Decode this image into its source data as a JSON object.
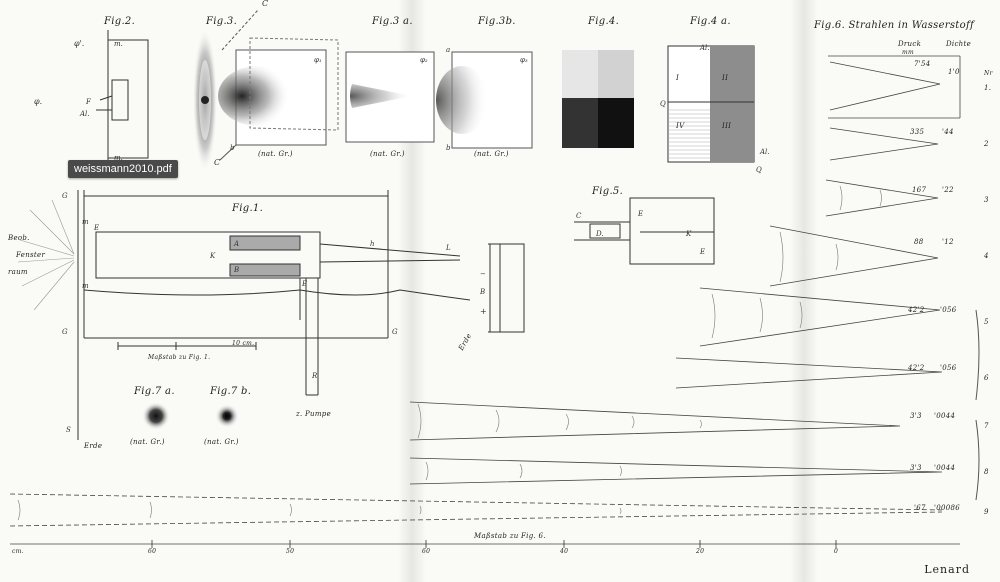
{
  "tooltip": "weissmann2010.pdf",
  "figures": {
    "fig2": "Fig.2.",
    "fig3": "Fig.3.",
    "fig3a": "Fig.3 a.",
    "fig3b": "Fig.3b.",
    "fig4": "Fig.4.",
    "fig4a": "Fig.4 a.",
    "fig6_title": "Fig.6. Strahlen in Wasserstoff",
    "fig1": "Fig.1.",
    "fig5": "Fig.5.",
    "fig7a": "Fig.7 a.",
    "fig7b": "Fig.7 b."
  },
  "captions": {
    "nat_gr_3": "(nat. Gr.)",
    "nat_gr_3a": "(nat. Gr.)",
    "nat_gr_3b": "(nat. Gr.)",
    "nat_gr_7a": "(nat. Gr.)",
    "nat_gr_7b": "(nat. Gr.)",
    "massstab_fig1": "Maßstab zu Fig. 1.",
    "massstab_fig6": "Maßstab zu Fig. 6.",
    "pumpe": "z. Pumpe",
    "erde1": "Erde",
    "erde2": "Erde",
    "beob": "Beob.",
    "fenster": "Fenster",
    "raum": "raum",
    "ten_cm": "10 cm."
  },
  "fig4a_labels": [
    "I",
    "II",
    "IV",
    "III"
  ],
  "fig6": {
    "col_druck": "Druck",
    "col_druck_unit": "mm",
    "col_dichte": "Dichte",
    "col_nr": "Nr",
    "rows": [
      {
        "druck": "7'54",
        "dichte": "1'0",
        "nr": "1."
      },
      {
        "druck": "335",
        "dichte": "'44",
        "nr": "2"
      },
      {
        "druck": "167",
        "dichte": "'22",
        "nr": "3"
      },
      {
        "druck": "88",
        "dichte": "'12",
        "nr": "4"
      },
      {
        "druck": "42'2",
        "dichte": "'056",
        "nr": "5"
      },
      {
        "druck": "42'2",
        "dichte": "'056",
        "nr": "6"
      },
      {
        "druck": "3'3",
        "dichte": "'0044",
        "nr": "7"
      },
      {
        "druck": "3'3",
        "dichte": "'0044",
        "nr": "8"
      },
      {
        "druck": "'67",
        "dichte": "'00086",
        "nr": "9"
      }
    ]
  },
  "scale6_ticks": [
    "60",
    "40",
    "20",
    "0"
  ],
  "scale6_ticks_more": [
    "cm.",
    "60",
    "50"
  ],
  "signature": "Lenard",
  "colors": {
    "paper": "#fafaf6",
    "ink": "#333333",
    "tooltip_bg": "#4a4a4a"
  }
}
